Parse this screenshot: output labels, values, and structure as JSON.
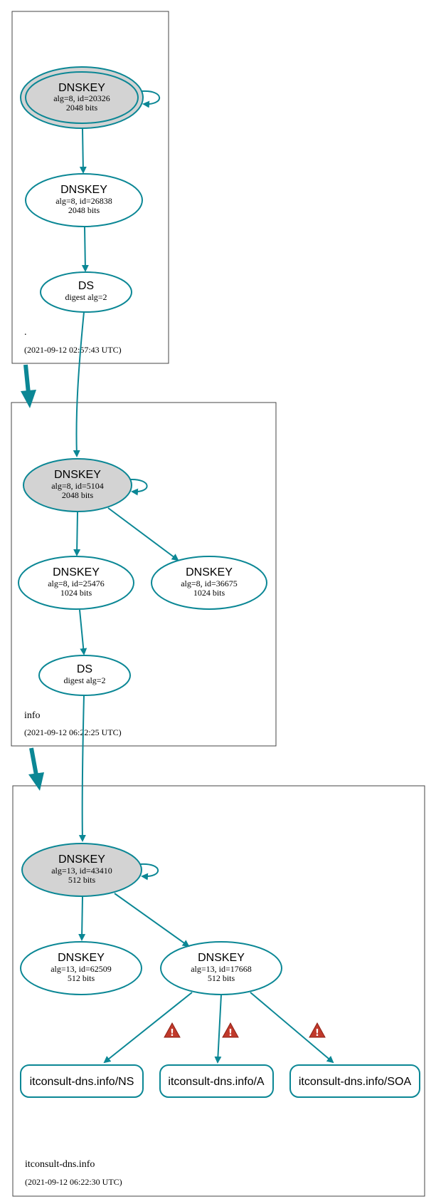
{
  "colors": {
    "edge": "#0b8795",
    "ksk_fill": "#d3d3d3",
    "zsk_fill": "#ffffff",
    "warning": "#c0392b",
    "zone_border": "#444444"
  },
  "zones": {
    "root": {
      "name": ".",
      "timestamp": "(2021-09-12 02:57:43 UTC)",
      "nodes": {
        "ksk": {
          "title": "DNSKEY",
          "line1": "alg=8, id=20326",
          "line2": "2048 bits"
        },
        "zsk": {
          "title": "DNSKEY",
          "line1": "alg=8, id=26838",
          "line2": "2048 bits"
        },
        "ds": {
          "title": "DS",
          "line1": "digest alg=2"
        }
      }
    },
    "info": {
      "name": "info",
      "timestamp": "(2021-09-12 06:22:25 UTC)",
      "nodes": {
        "ksk": {
          "title": "DNSKEY",
          "line1": "alg=8, id=5104",
          "line2": "2048 bits"
        },
        "zsk1": {
          "title": "DNSKEY",
          "line1": "alg=8, id=25476",
          "line2": "1024 bits"
        },
        "zsk2": {
          "title": "DNSKEY",
          "line1": "alg=8, id=36675",
          "line2": "1024 bits"
        },
        "ds": {
          "title": "DS",
          "line1": "digest alg=2"
        }
      }
    },
    "itconsult": {
      "name": "itconsult-dns.info",
      "timestamp": "(2021-09-12 06:22:30 UTC)",
      "nodes": {
        "ksk": {
          "title": "DNSKEY",
          "line1": "alg=13, id=43410",
          "line2": "512 bits"
        },
        "zsk1": {
          "title": "DNSKEY",
          "line1": "alg=13, id=62509",
          "line2": "512 bits"
        },
        "zsk2": {
          "title": "DNSKEY",
          "line1": "alg=13, id=17668",
          "line2": "512 bits"
        }
      },
      "rrsets": {
        "ns": "itconsult-dns.info/NS",
        "a": "itconsult-dns.info/A",
        "soa": "itconsult-dns.info/SOA"
      },
      "warnings": [
        "warning-icon",
        "warning-icon",
        "warning-icon"
      ]
    }
  }
}
